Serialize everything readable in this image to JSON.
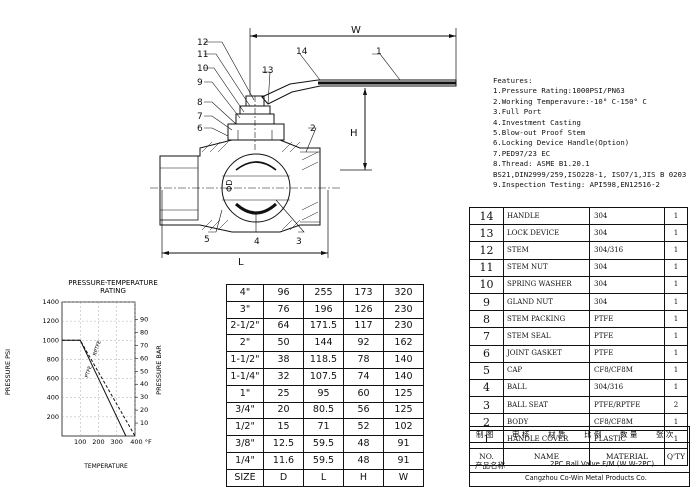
{
  "dimension_labels": {
    "w": "W",
    "h": "H",
    "l": "L",
    "diameter": "ΦD"
  },
  "callouts": [
    "1",
    "2",
    "3",
    "4",
    "5",
    "6",
    "7",
    "8",
    "9",
    "10",
    "11",
    "12",
    "13",
    "14"
  ],
  "features": [
    "Features:",
    "1.Pressure Rating:1000PSI/PN63",
    "2.Working Temperavure:-10° C-150° C",
    "3.Full  Port",
    "4.Investment Casting",
    "5.Blow-out Proof Stem",
    "6.Locking Device Handle(Option)",
    "7.PED97/23 EC",
    "8.Thread: ASME B1.20.1",
    "BS21,DIN2999/259,ISO228-1, ISO7/1,JIS B 0203",
    "9.Inspection Testing: API598,EN12516-2"
  ],
  "pt_chart": {
    "title_line1": "PRESSURE-TEMPERATURE",
    "title_line2": "RATING",
    "ylabel_left": "PRESSURE PSI",
    "ylabel_right": "PRESSURE BAR",
    "xlabel": "TEMPERATURE",
    "psi_ticks": [
      "1400",
      "1200",
      "1000",
      "800",
      "600",
      "400",
      "200"
    ],
    "bar_ticks": [
      "90",
      "80",
      "70",
      "60",
      "50",
      "40",
      "30",
      "20",
      "10"
    ],
    "x_ticks": [
      "100",
      "200",
      "300",
      "400 °F"
    ],
    "curve_labels": [
      "PTFE",
      "RPTFE"
    ]
  },
  "chart_data": {
    "type": "line",
    "title": "PRESSURE-TEMPERATURE RATING",
    "xlabel": "TEMPERATURE",
    "ylabel": "PRESSURE PSI",
    "xlim": [
      0,
      400
    ],
    "ylim": [
      0,
      1400
    ],
    "series": [
      {
        "name": "PTFE",
        "x": [
          0,
          100,
          350
        ],
        "y": [
          1000,
          1000,
          0
        ]
      },
      {
        "name": "RPTFE",
        "x": [
          0,
          100,
          400
        ],
        "y": [
          1000,
          1000,
          0
        ]
      }
    ]
  },
  "size_table": {
    "header_label": "SIZE",
    "rows": [
      [
        "4\"",
        "96",
        "255",
        "173",
        "320"
      ],
      [
        "3\"",
        "76",
        "196",
        "126",
        "230"
      ],
      [
        "2-1/2\"",
        "64",
        "171.5",
        "117",
        "230"
      ],
      [
        "2\"",
        "50",
        "144",
        "92",
        "162"
      ],
      [
        "1-1/2\"",
        "38",
        "118.5",
        "78",
        "140"
      ],
      [
        "1-1/4\"",
        "32",
        "107.5",
        "74",
        "140"
      ],
      [
        "1\"",
        "25",
        "95",
        "60",
        "125"
      ],
      [
        "3/4\"",
        "20",
        "80.5",
        "56",
        "125"
      ],
      [
        "1/2\"",
        "15",
        "71",
        "52",
        "102"
      ],
      [
        "3/8\"",
        "12.5",
        "59.5",
        "48",
        "91"
      ],
      [
        "1/4\"",
        "11.6",
        "59.5",
        "48",
        "91"
      ],
      [
        "SIZE",
        "D",
        "L",
        "H",
        "W"
      ]
    ]
  },
  "bom": {
    "rows": [
      {
        "no": "14",
        "name": "HANDLE",
        "material": "304",
        "qty": "1"
      },
      {
        "no": "13",
        "name": "LOCK DEVICE",
        "material": "304",
        "qty": "1"
      },
      {
        "no": "12",
        "name": "STEM",
        "material": "304/316",
        "qty": "1"
      },
      {
        "no": "11",
        "name": "STEM NUT",
        "material": "304",
        "qty": "1"
      },
      {
        "no": "10",
        "name": "SPRING WASHER",
        "material": "304",
        "qty": "1"
      },
      {
        "no": "9",
        "name": "GLAND NUT",
        "material": "304",
        "qty": "1"
      },
      {
        "no": "8",
        "name": "STEM PACKING",
        "material": "PTFE",
        "qty": "1"
      },
      {
        "no": "7",
        "name": "STEM SEAL",
        "material": "PTFE",
        "qty": "1"
      },
      {
        "no": "6",
        "name": "JOINT GASKET",
        "material": "PTFE",
        "qty": "1"
      },
      {
        "no": "5",
        "name": "CAP",
        "material": "CF8/CF8M",
        "qty": "1"
      },
      {
        "no": "4",
        "name": "BALL",
        "material": "304/316",
        "qty": "1"
      },
      {
        "no": "3",
        "name": "BALL SEAT",
        "material": "PTFE/RPTFE",
        "qty": "2"
      },
      {
        "no": "2",
        "name": "BODY",
        "material": "CF8/CF8M",
        "qty": "1"
      },
      {
        "no": "1",
        "name": "HANDLE COVER",
        "material": "PLASTIC",
        "qty": "1"
      }
    ],
    "header": {
      "no": "NO.",
      "name": "NAME",
      "material": "MATERIAL",
      "qty": "Q'TY"
    }
  },
  "title_block": {
    "row1": [
      "制 图",
      "审 核",
      "材 质",
      "比 例",
      "数 量",
      "张 次"
    ],
    "label": "产品名称",
    "product": "2PC Ball Valve F/M (W W-2PC)",
    "company": "Cangzhou Co-Win Metal Products Co."
  }
}
